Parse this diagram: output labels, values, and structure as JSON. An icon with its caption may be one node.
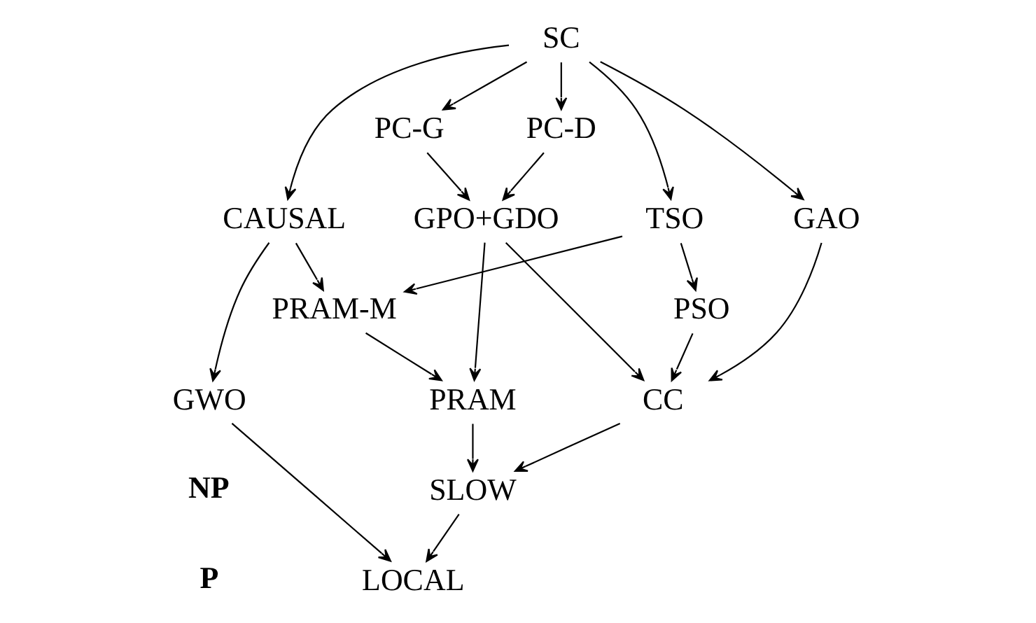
{
  "diagram": {
    "nodes": [
      {
        "text": [
          "SC"
        ]
      },
      {
        "text": [
          "PC-G"
        ]
      },
      {
        "text": [
          "PC-D"
        ]
      },
      {
        "text": [
          "GAO"
        ]
      },
      {
        "text": [
          "TSO"
        ]
      },
      {
        "text": [
          "GPO+GDO"
        ]
      },
      {
        "text": [
          "CAUSAL"
        ]
      },
      {
        "text": [
          "PSO"
        ]
      },
      {
        "text": [
          "PRAM-M"
        ]
      },
      {
        "text": [
          "CC"
        ]
      },
      {
        "text": [
          "PRAM"
        ]
      },
      {
        "text": [
          "GWO"
        ]
      },
      {
        "text": [
          "SLOW"
        ]
      },
      {
        "text": [
          "LOCAL"
        ]
      }
    ],
    "edges": [
      {
        "from": 0,
        "to": 3,
        "arrow": "to"
      },
      {
        "from": 0,
        "to": 4,
        "arrow": "to"
      },
      {
        "from": 0,
        "to": 1,
        "arrow": "to"
      },
      {
        "from": 0,
        "to": 2,
        "arrow": "to"
      },
      {
        "from": 0,
        "to": 6,
        "arrow": "to"
      },
      {
        "from": 1,
        "to": 5,
        "arrow": "to"
      },
      {
        "from": 2,
        "to": 5,
        "arrow": "to"
      },
      {
        "from": 3,
        "to": 9,
        "arrow": "to"
      },
      {
        "from": 4,
        "to": 7,
        "arrow": "to"
      },
      {
        "from": 4,
        "to": 8,
        "arrow": "to"
      },
      {
        "from": 5,
        "to": 9,
        "arrow": "to"
      },
      {
        "from": 5,
        "to": 10,
        "arrow": "to"
      },
      {
        "from": 6,
        "to": 8,
        "arrow": "to"
      },
      {
        "from": 6,
        "to": 11,
        "arrow": "to"
      },
      {
        "from": 7,
        "to": 9,
        "arrow": "to"
      },
      {
        "from": 8,
        "to": 10,
        "arrow": "to"
      },
      {
        "from": 9,
        "to": 12,
        "arrow": "to"
      },
      {
        "from": 10,
        "to": 12,
        "arrow": "to"
      },
      {
        "from": 11,
        "to": 13,
        "arrow": "to"
      },
      {
        "from": 12,
        "to": 13,
        "arrow": "to"
      }
    ],
    "labels": [
      "NP",
      "P"
    ]
  }
}
